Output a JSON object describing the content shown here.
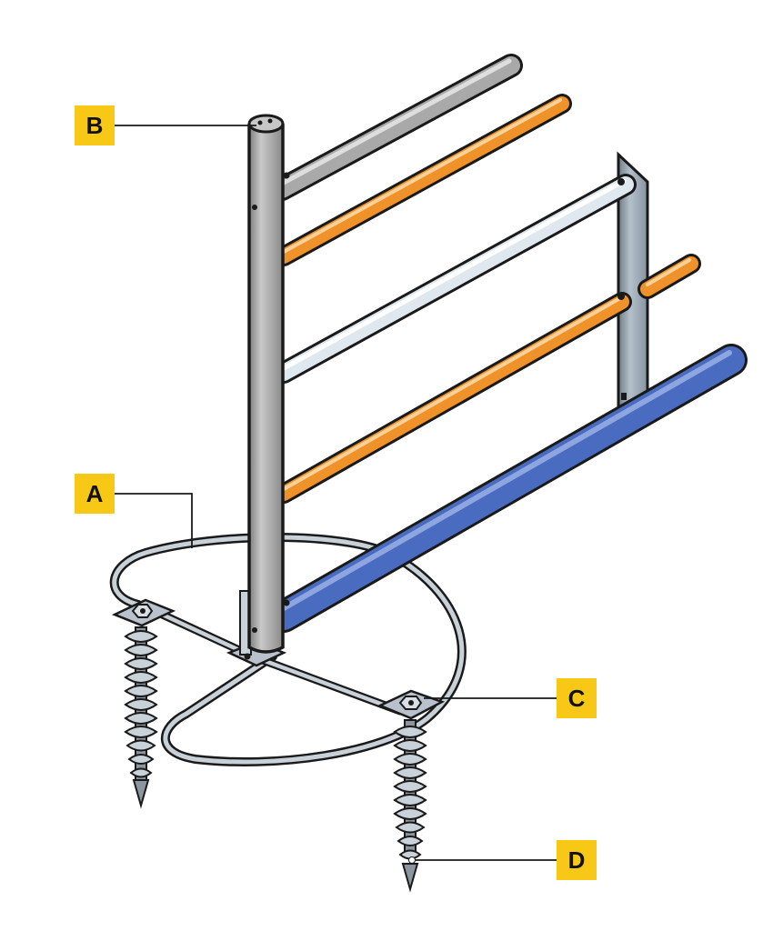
{
  "callouts": [
    {
      "id": "B",
      "label": "B"
    },
    {
      "id": "A",
      "label": "A"
    },
    {
      "id": "C",
      "label": "C"
    },
    {
      "id": "D",
      "label": "D"
    }
  ],
  "colors": {
    "label_box": "#f7c815",
    "rail_grey": "#a9a9a9",
    "rail_orange": "#f0922a",
    "rail_white": "#dfe8ef",
    "rail_blue": "#4a6cc0",
    "post": "#9c9c9c",
    "panel": "#9aa8b4",
    "steel": "#b9c2cc",
    "outline": "#1a1a1a"
  }
}
